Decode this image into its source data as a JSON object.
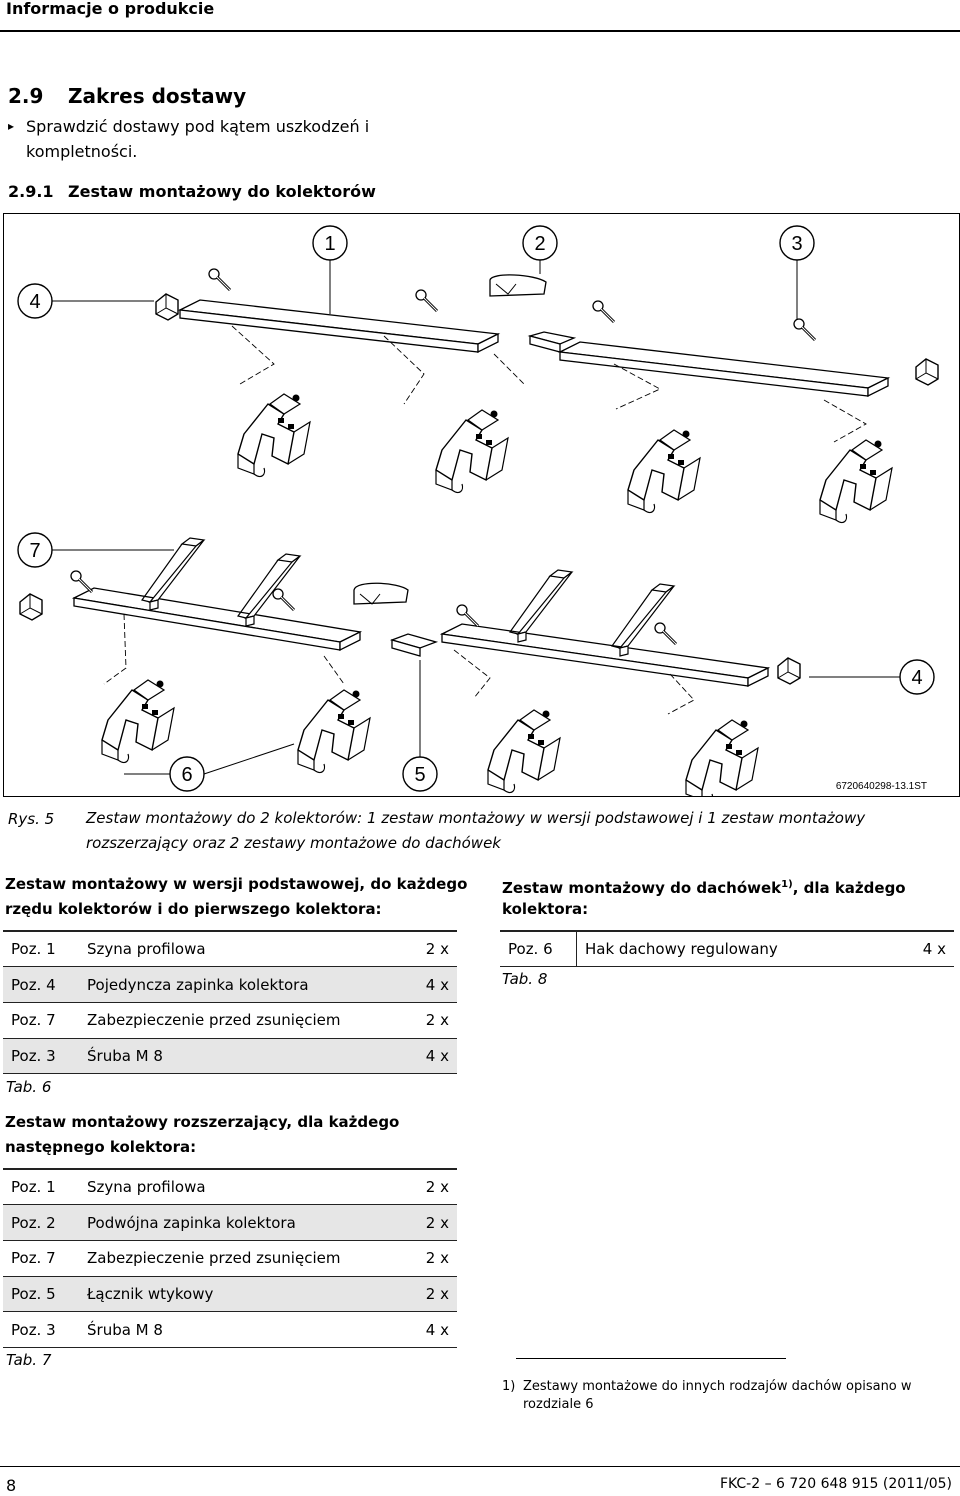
{
  "header": {
    "title": "Informacje o produkcie"
  },
  "section": {
    "number": "2.9",
    "title": "Zakres dostawy"
  },
  "instruction": {
    "bullet": "▸",
    "line1": "Sprawdzić dostawy pod kątem uszkodzeń i",
    "line2": "kompletności."
  },
  "subsection": {
    "number": "2.9.1",
    "title": "Zestaw montażowy do kolektorów"
  },
  "figure": {
    "callouts": [
      "1",
      "2",
      "3",
      "4",
      "7",
      "4",
      "6",
      "5"
    ],
    "code": "6720640298-13.1ST",
    "caption_label": "Rys. 5",
    "caption_line1": "Zestaw montażowy do 2 kolektorów: 1 zestaw montażowy w wersji podstawowej i 1 zestaw montażowy",
    "caption_line2": "rozszerzający oraz 2 zestawy montażowe do dachówek"
  },
  "tables": {
    "basic": {
      "title_line1": "Zestaw montażowy w wersji podstawowej, do każdego",
      "title_line2": "rzędu kolektorów i do pierwszego kolektora:",
      "rows": [
        {
          "pos": "Poz. 1",
          "name": "Szyna profilowa",
          "qty": "2 x"
        },
        {
          "pos": "Poz. 4",
          "name": "Pojedyncza zapinka kolektora",
          "qty": "4 x"
        },
        {
          "pos": "Poz. 7",
          "name": "Zabezpieczenie przed zsunięciem",
          "qty": "2 x"
        },
        {
          "pos": "Poz. 3",
          "name": "Śruba M 8",
          "qty": "4 x"
        }
      ],
      "label": "Tab. 6"
    },
    "extension": {
      "title_line1": "Zestaw montażowy rozszerzający, dla każdego",
      "title_line2": "następnego kolektora:",
      "rows": [
        {
          "pos": "Poz. 1",
          "name": "Szyna profilowa",
          "qty": "2 x"
        },
        {
          "pos": "Poz. 2",
          "name": "Podwójna zapinka kolektora",
          "qty": "2 x"
        },
        {
          "pos": "Poz. 7",
          "name": "Zabezpieczenie przed zsunięciem",
          "qty": "2 x"
        },
        {
          "pos": "Poz. 5",
          "name": "Łącznik wtykowy",
          "qty": "2 x"
        },
        {
          "pos": "Poz. 3",
          "name": "Śruba M 8",
          "qty": "4 x"
        }
      ],
      "label": "Tab. 7"
    },
    "tiles": {
      "title_line1": "Zestaw montażowy do dachówek",
      "title_sup": "1)",
      "title_rest": ", dla każdego",
      "title_line2": "kolektora:",
      "rows": [
        {
          "pos": "Poz. 6",
          "name": "Hak dachowy regulowany",
          "qty": "4 x"
        }
      ],
      "label": "Tab. 8"
    }
  },
  "footnote": {
    "marker": "1)",
    "line1": "Zestawy montażowe do innych rodzajów dachów opisano w",
    "line2": "rozdziale 6"
  },
  "footer": {
    "page": "8",
    "doc": "FKC-2 – 6 720 648 915 (2011/05)"
  }
}
